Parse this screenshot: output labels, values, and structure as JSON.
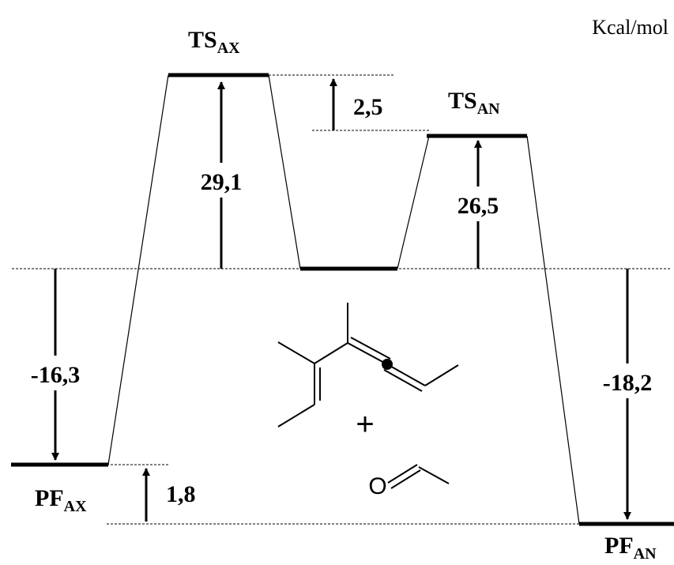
{
  "unit_label": "Kcal/mol",
  "states": {
    "ts_ax": {
      "name": "TS",
      "sub": "AX"
    },
    "ts_an": {
      "name": "TS",
      "sub": "AN"
    },
    "pf_ax": {
      "name": "PF",
      "sub": "AX"
    },
    "pf_an": {
      "name": "PF",
      "sub": "AN"
    }
  },
  "energies": {
    "barrier_ax": "29,1",
    "barrier_an": "26,5",
    "ts_difference": "2,5",
    "product_ax": "-16,3",
    "product_an": "-18,2",
    "product_difference": "1,8"
  },
  "molecule": {
    "plus": "+",
    "oxygen": "O"
  },
  "colors": {
    "ink": "#000000",
    "background": "#ffffff"
  }
}
